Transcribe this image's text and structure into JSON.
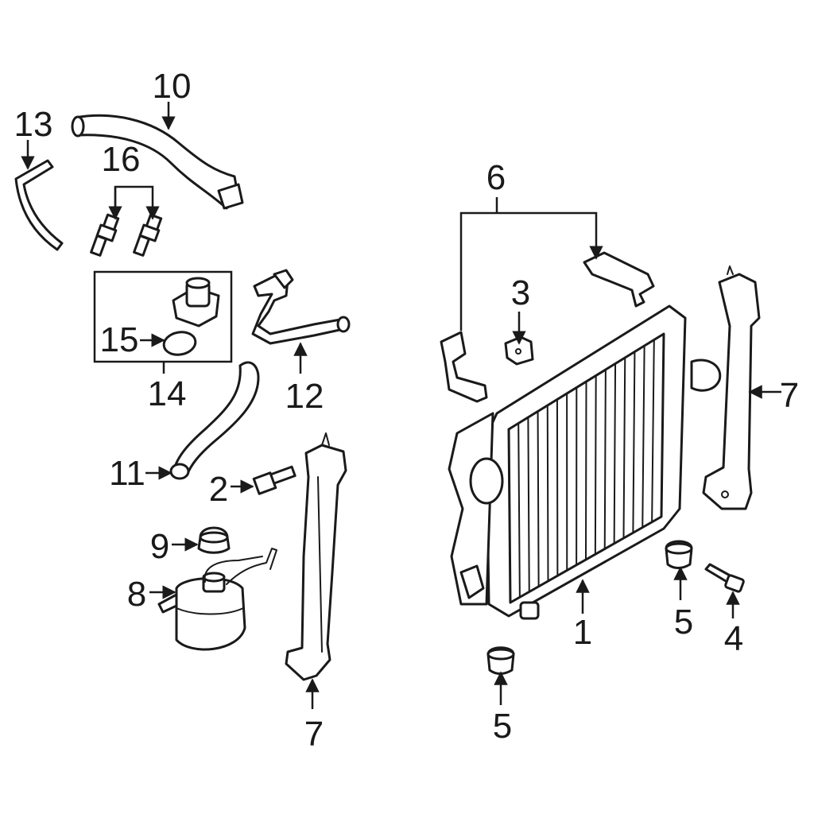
{
  "callouts": [
    {
      "id": "c1",
      "label": "1"
    },
    {
      "id": "c2",
      "label": "2"
    },
    {
      "id": "c3",
      "label": "3"
    },
    {
      "id": "c4",
      "label": "4"
    },
    {
      "id": "c5a",
      "label": "5"
    },
    {
      "id": "c5b",
      "label": "5"
    },
    {
      "id": "c6",
      "label": "6"
    },
    {
      "id": "c7a",
      "label": "7"
    },
    {
      "id": "c7b",
      "label": "7"
    },
    {
      "id": "c8",
      "label": "8"
    },
    {
      "id": "c9",
      "label": "9"
    },
    {
      "id": "c10",
      "label": "10"
    },
    {
      "id": "c11",
      "label": "11"
    },
    {
      "id": "c12",
      "label": "12"
    },
    {
      "id": "c13",
      "label": "13"
    },
    {
      "id": "c14",
      "label": "14"
    },
    {
      "id": "c15",
      "label": "15"
    },
    {
      "id": "c16",
      "label": "16"
    }
  ],
  "colors": {
    "ink": "#1a1a1a",
    "background": "#ffffff"
  }
}
